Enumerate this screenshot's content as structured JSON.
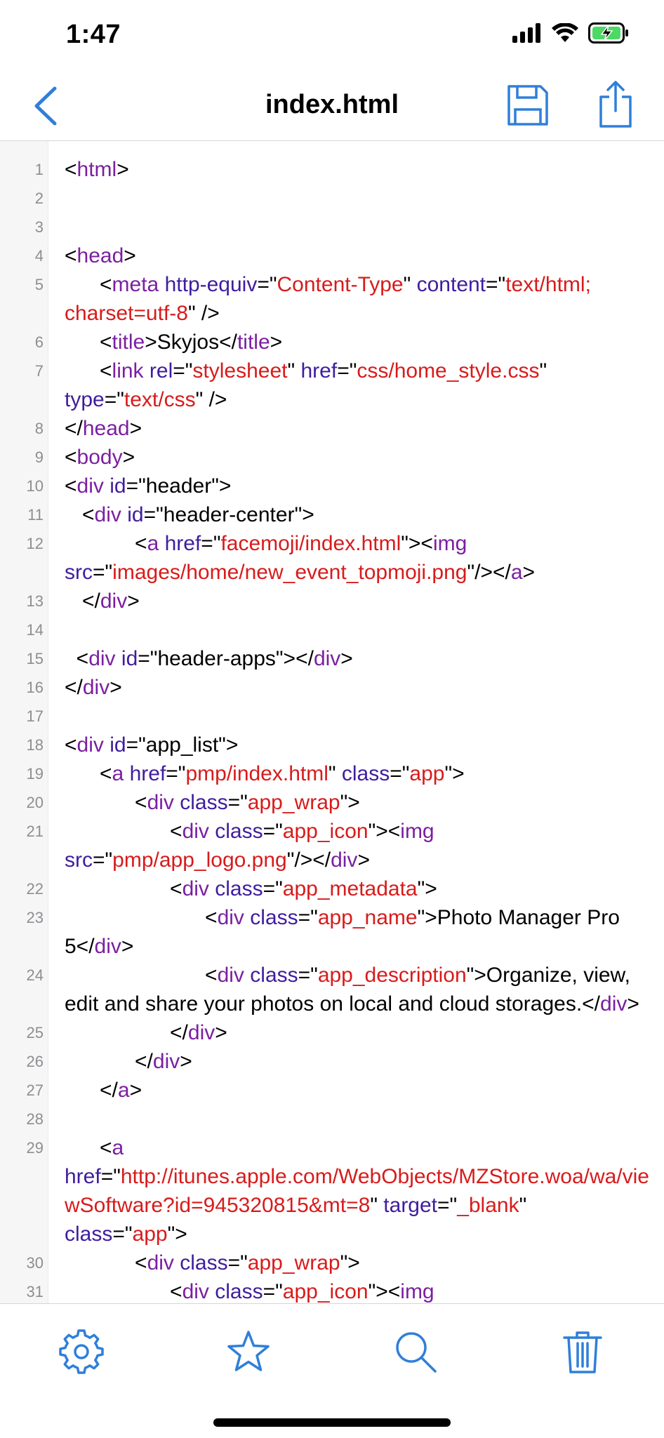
{
  "status": {
    "time": "1:47"
  },
  "nav": {
    "title": "index.html"
  },
  "colors": {
    "accent": "#2f7fd8",
    "tag": "#7b1fa2",
    "attr": "#3f1d9e",
    "value": "#d81b1b",
    "text": "#000000",
    "line_number": "#8e8e93",
    "battery": "#4cd964"
  },
  "toolbar": {
    "icons": [
      "gear-icon",
      "star-icon",
      "search-icon",
      "trash-icon"
    ]
  },
  "lines": [
    {
      "n": "1",
      "code": "<html>"
    },
    {
      "n": "2",
      "code": ""
    },
    {
      "n": "3",
      "code": ""
    },
    {
      "n": "4",
      "code": "<head>"
    },
    {
      "n": "5",
      "code": "      <meta http-equiv=\"Content-Type\" content=\"text/html; charset=utf-8\" />"
    },
    {
      "n": "6",
      "code": "      <title>Skyjos</title>"
    },
    {
      "n": "7",
      "code": "      <link rel=\"stylesheet\" href=\"css/home_style.css\" type=\"text/css\" />"
    },
    {
      "n": "8",
      "code": "</head>"
    },
    {
      "n": "9",
      "code": "<body>"
    },
    {
      "n": "10",
      "code": "<div id=\"header\">"
    },
    {
      "n": "11",
      "code": "   <div id=\"header-center\">"
    },
    {
      "n": "12",
      "code": "            <a href=\"facemoji/index.html\"><img src=\"images/home/new_event_topmoji.png\"/></a>"
    },
    {
      "n": "13",
      "code": "   </div>"
    },
    {
      "n": "14",
      "code": ""
    },
    {
      "n": "15",
      "code": "  <div id=\"header-apps\"></div>"
    },
    {
      "n": "16",
      "code": "</div>"
    },
    {
      "n": "17",
      "code": ""
    },
    {
      "n": "18",
      "code": "<div id=\"app_list\">"
    },
    {
      "n": "19",
      "code": "      <a href=\"pmp/index.html\" class=\"app\">"
    },
    {
      "n": "20",
      "code": "            <div class=\"app_wrap\">"
    },
    {
      "n": "21",
      "code": "                  <div class=\"app_icon\"><img src=\"pmp/app_logo.png\"/></div>"
    },
    {
      "n": "22",
      "code": "                  <div class=\"app_metadata\">"
    },
    {
      "n": "23",
      "code": "                        <div class=\"app_name\">Photo Manager Pro 5</div>"
    },
    {
      "n": "24",
      "code": "                        <div class=\"app_description\">Organize, view, edit and share your photos on local and cloud storages.</div>"
    },
    {
      "n": "25",
      "code": "                  </div>"
    },
    {
      "n": "26",
      "code": "            </div>"
    },
    {
      "n": "27",
      "code": "      </a>"
    },
    {
      "n": "28",
      "code": ""
    },
    {
      "n": "29",
      "code": "      <a href=\"http://itunes.apple.com/WebObjects/MZStore.woa/wa/viewSoftware?id=945320815&mt=8\" target=\"_blank\" class=\"app\">"
    },
    {
      "n": "30",
      "code": "            <div class=\"app_wrap\">"
    },
    {
      "n": "31",
      "code": "                  <div class=\"app_icon\"><img"
    }
  ]
}
